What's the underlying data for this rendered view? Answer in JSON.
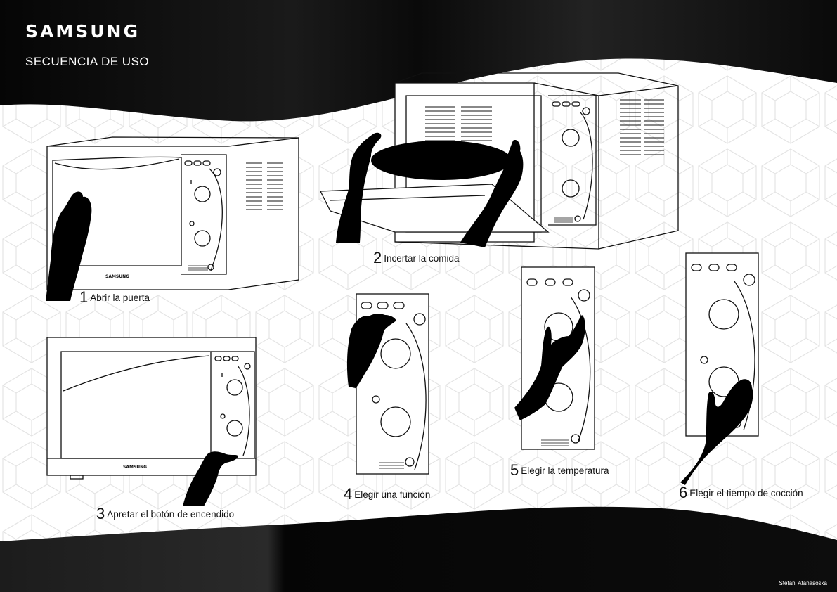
{
  "brand": "SAMSUNG",
  "subtitle": "SECUENCIA DE USO",
  "oven_logo": "SAMSUNG",
  "steps": [
    {
      "num": "1",
      "label": "Abrir la puerta"
    },
    {
      "num": "2",
      "label": "Incertar la comida"
    },
    {
      "num": "3",
      "label": "Apretar el botón de encendido"
    },
    {
      "num": "4",
      "label": "Elegir una función"
    },
    {
      "num": "5",
      "label": "Elegir la temperatura"
    },
    {
      "num": "6",
      "label": "Elegir el tiempo de cocción"
    }
  ],
  "credit": "Stefani Atanasoska",
  "colors": {
    "dark": "#0b0b0b",
    "background": "#ffffff",
    "pattern": "#e6e6e6"
  }
}
